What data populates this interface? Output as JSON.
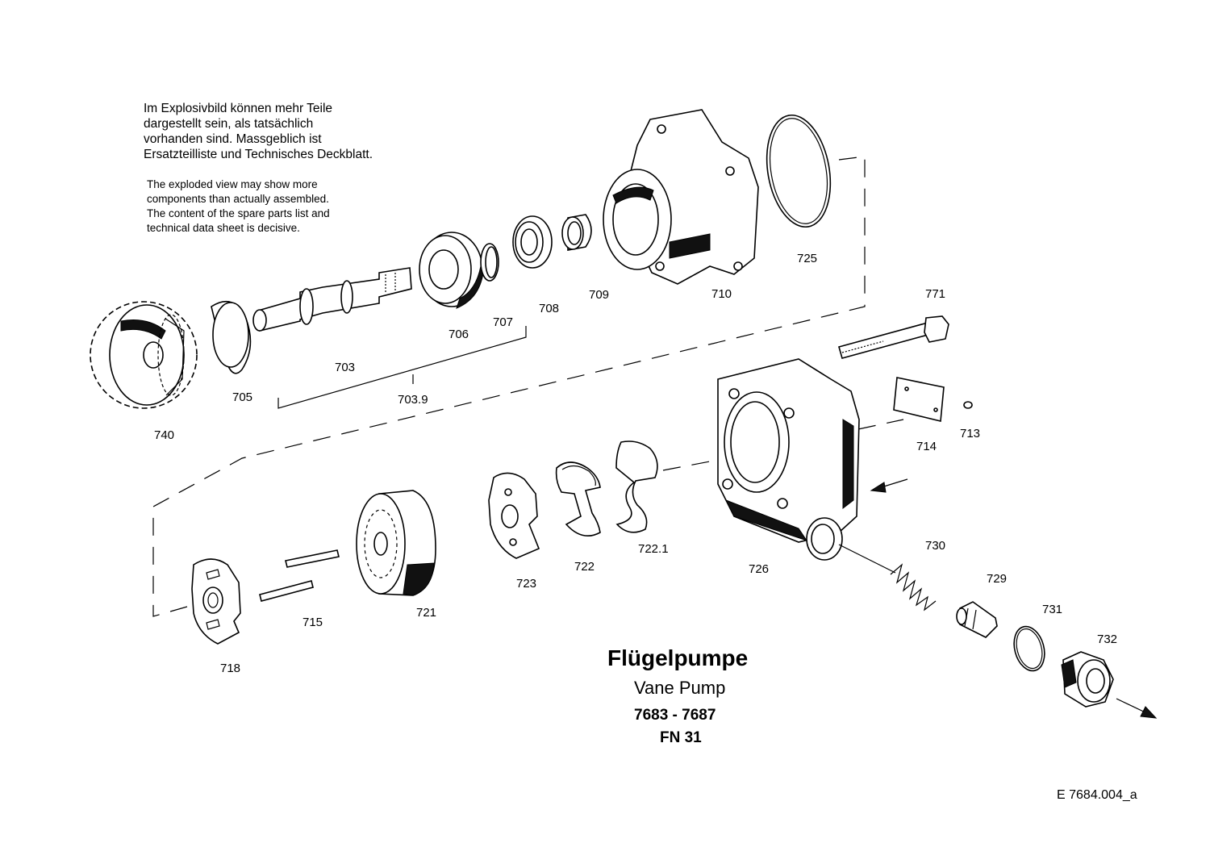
{
  "notes": {
    "german": "Im Explosivbild können mehr Teile\ndargestellt sein, als tatsächlich\nvorhanden sind. Massgeblich ist\nErsatzteilliste und Technisches Deckblatt.",
    "english": "The exploded view may show more\ncomponents than actually assembled.\nThe content of the spare parts list and\ntechnical data sheet is decisive."
  },
  "title": {
    "german": "Flügelpumpe",
    "english": "Vane Pump",
    "model": "7683 - 7687",
    "fn": "FN 31"
  },
  "drawing_code": "E  7684.004_a",
  "parts": [
    {
      "id": "p703",
      "number": "703",
      "icon": "shaft-icon"
    },
    {
      "id": "p7039",
      "number": "703.9",
      "icon": "shaft-assembly-icon"
    },
    {
      "id": "p705",
      "number": "705",
      "icon": "retaining-ring-icon"
    },
    {
      "id": "p706",
      "number": "706",
      "icon": "ball-bearing-icon"
    },
    {
      "id": "p707",
      "number": "707",
      "icon": "snap-ring-icon"
    },
    {
      "id": "p708",
      "number": "708",
      "icon": "shaft-seal-icon"
    },
    {
      "id": "p709",
      "number": "709",
      "icon": "needle-bearing-icon"
    },
    {
      "id": "p710",
      "number": "710",
      "icon": "pump-flange-housing-icon"
    },
    {
      "id": "p713",
      "number": "713",
      "icon": "rivet-icon"
    },
    {
      "id": "p714",
      "number": "714",
      "icon": "type-plate-icon"
    },
    {
      "id": "p715",
      "number": "715",
      "icon": "dowel-pin-icon"
    },
    {
      "id": "p718",
      "number": "718",
      "icon": "pressure-plate-icon"
    },
    {
      "id": "p721",
      "number": "721",
      "icon": "rotor-icon"
    },
    {
      "id": "p722",
      "number": "722",
      "icon": "seal-icon"
    },
    {
      "id": "p7221",
      "number": "722.1",
      "icon": "support-ring-icon"
    },
    {
      "id": "p723",
      "number": "723",
      "icon": "pressure-plate-icon"
    },
    {
      "id": "p725",
      "number": "725",
      "icon": "o-ring-icon"
    },
    {
      "id": "p726",
      "number": "726",
      "icon": "pump-housing-icon"
    },
    {
      "id": "p729",
      "number": "729",
      "icon": "valve-piston-icon"
    },
    {
      "id": "p730",
      "number": "730",
      "icon": "compression-spring-icon"
    },
    {
      "id": "p731",
      "number": "731",
      "icon": "o-ring-icon"
    },
    {
      "id": "p732",
      "number": "732",
      "icon": "screw-plug-icon"
    },
    {
      "id": "p740",
      "number": "740",
      "icon": "gear-icon"
    },
    {
      "id": "p771",
      "number": "771",
      "icon": "hex-bolt-icon"
    }
  ]
}
